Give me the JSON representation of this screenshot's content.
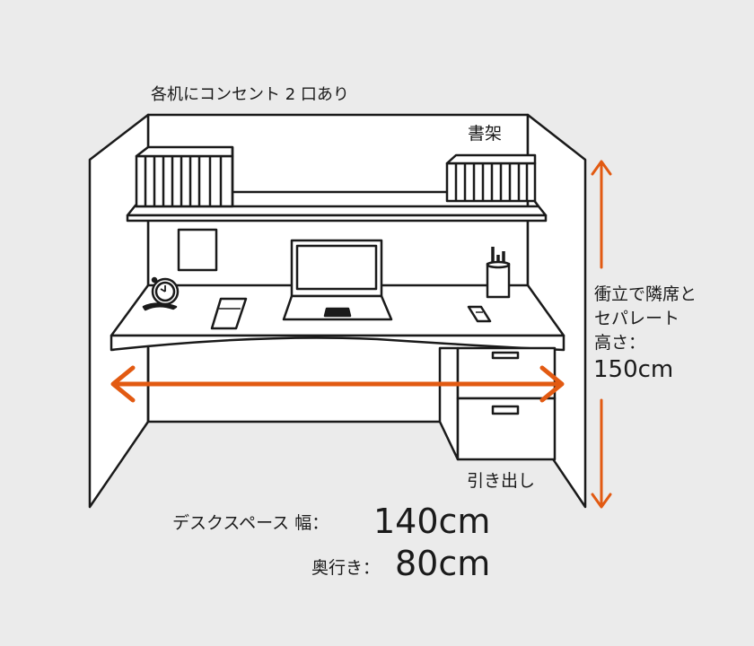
{
  "labels": {
    "outlet": "各机にコンセント 2 口あり",
    "shelf": "書架",
    "partition_line1": "衝立で隣席と",
    "partition_line2": "セパレート",
    "height_label": "高さ：",
    "height_value": "150cm",
    "drawer": "引き出し",
    "width_label": "デスクスペース 幅：",
    "width_value": "140cm",
    "depth_label": "奥行き：",
    "depth_value": "80cm"
  },
  "colors": {
    "background": "#ebebeb",
    "line": "#1a1a1a",
    "panel": "#ffffff",
    "accent": "#e25a12"
  }
}
